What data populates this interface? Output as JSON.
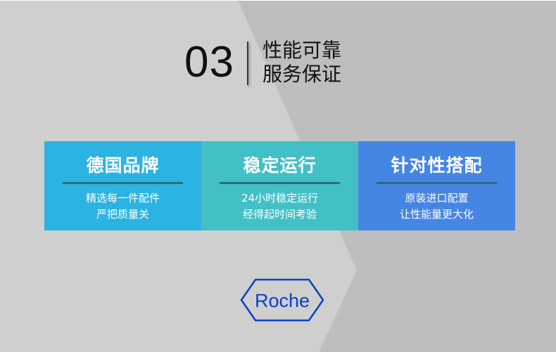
{
  "heading": {
    "number": "03",
    "line1": "性能可靠",
    "line2": "服务保证"
  },
  "cards": [
    {
      "title": "德国品牌",
      "desc1": "精选每一件配件",
      "desc2": "严把质量关",
      "color": "#2bb3e2"
    },
    {
      "title": "稳定运行",
      "desc1": "24小时稳定运行",
      "desc2": "经得起时间考验",
      "color": "#42c0c6"
    },
    {
      "title": "针对性搭配",
      "desc1": "原装进口配置",
      "desc2": "让性能量更大化",
      "color": "#4585e4"
    }
  ],
  "logo": {
    "text": "Roche",
    "color": "#0b41c4"
  },
  "colors": {
    "bg_light": "#cfcfcf",
    "bg_dark": "#bebebe",
    "rule": "#2b6e77"
  }
}
